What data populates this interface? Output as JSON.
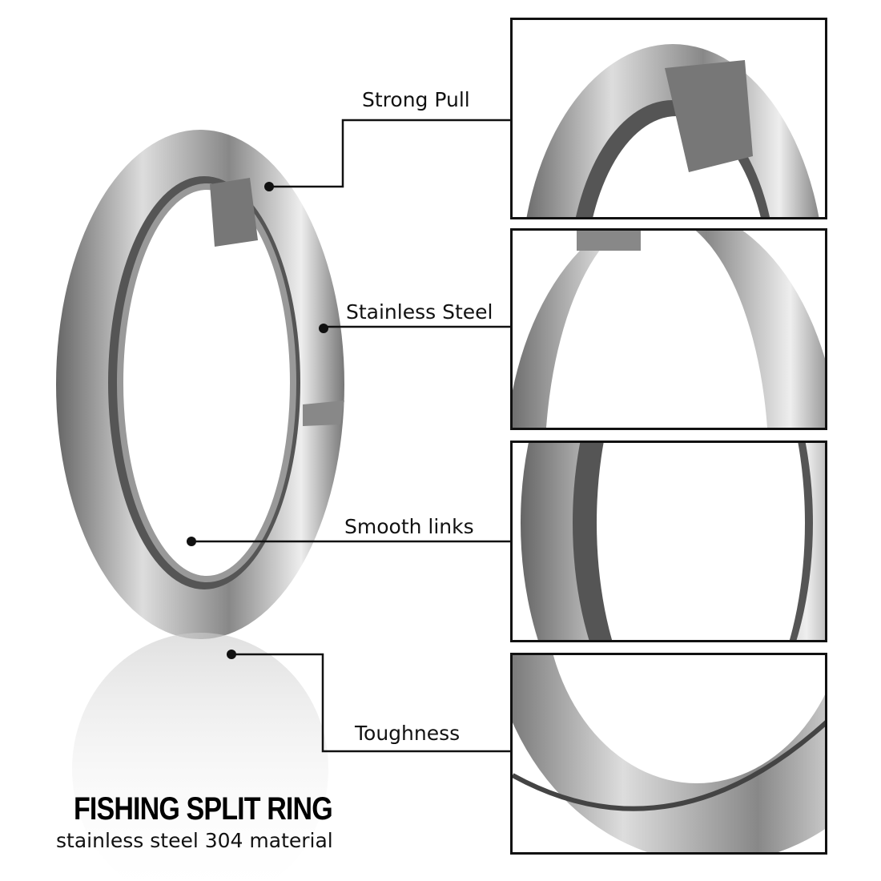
{
  "callouts": [
    {
      "label": "Strong Pull"
    },
    {
      "label": "Stainless Steel"
    },
    {
      "label": "Smooth links"
    },
    {
      "label": "Toughness"
    }
  ],
  "product": {
    "title": "FISHING SPLIT RING",
    "subtitle": "stainless steel 304 material"
  },
  "colors": {
    "line": "#111111",
    "steel_light": "#d9d9d9",
    "steel_dark": "#3a3a3a"
  }
}
